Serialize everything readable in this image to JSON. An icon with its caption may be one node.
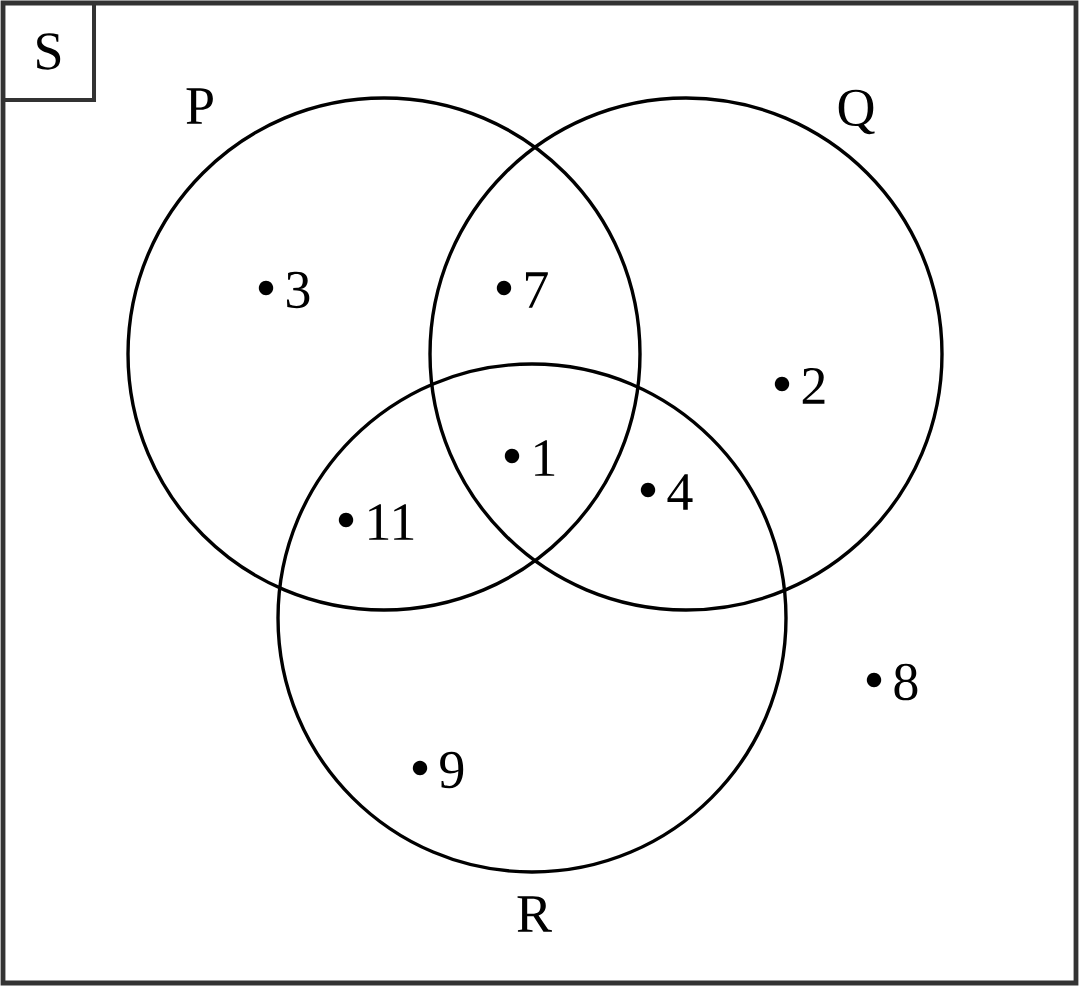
{
  "diagram": {
    "nodes": [
      {
        "text": [
          "S"
        ]
      },
      {
        "text": [
          "P"
        ],
        "in": 0
      },
      {
        "text": [
          "Q"
        ],
        "in": 0
      },
      {
        "text": [
          "R"
        ],
        "in": 0
      }
    ],
    "labels": [
      "3",
      "7",
      "2",
      "1",
      "4",
      "11",
      "8",
      "9"
    ]
  }
}
